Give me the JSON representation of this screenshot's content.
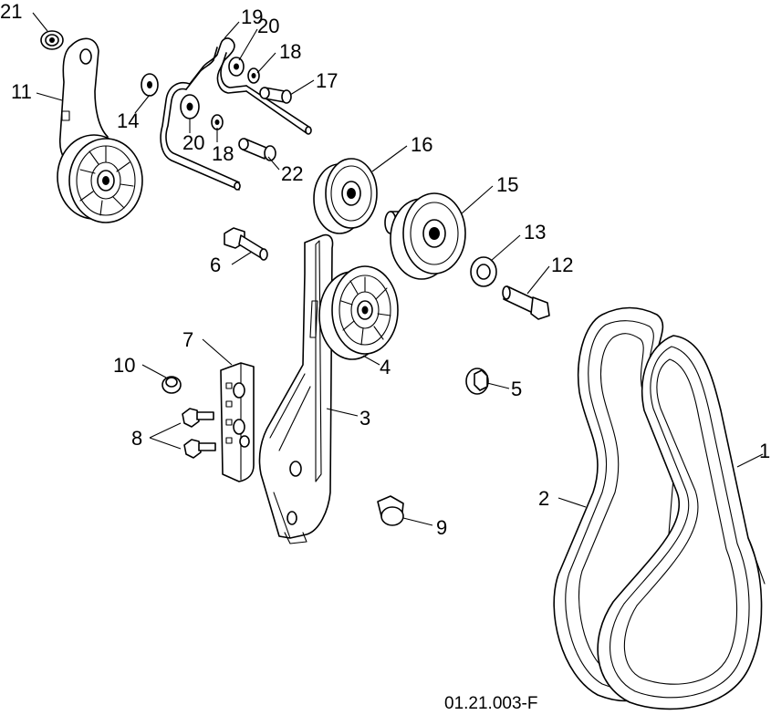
{
  "figure_code": "01.21.003-F",
  "callouts": [
    {
      "id": "1",
      "label": "1"
    },
    {
      "id": "2",
      "label": "2"
    },
    {
      "id": "3",
      "label": "3"
    },
    {
      "id": "4",
      "label": "4"
    },
    {
      "id": "5",
      "label": "5"
    },
    {
      "id": "6",
      "label": "6"
    },
    {
      "id": "7",
      "label": "7"
    },
    {
      "id": "8",
      "label": "8"
    },
    {
      "id": "9",
      "label": "9"
    },
    {
      "id": "10",
      "label": "10"
    },
    {
      "id": "11",
      "label": "11"
    },
    {
      "id": "12",
      "label": "12"
    },
    {
      "id": "13",
      "label": "13"
    },
    {
      "id": "14",
      "label": "14"
    },
    {
      "id": "15",
      "label": "15"
    },
    {
      "id": "16",
      "label": "16"
    },
    {
      "id": "17",
      "label": "17"
    },
    {
      "id": "18a",
      "label": "18"
    },
    {
      "id": "18b",
      "label": "18"
    },
    {
      "id": "19",
      "label": "19"
    },
    {
      "id": "20a",
      "label": "20"
    },
    {
      "id": "20b",
      "label": "20"
    },
    {
      "id": "21",
      "label": "21"
    },
    {
      "id": "22",
      "label": "22"
    }
  ]
}
